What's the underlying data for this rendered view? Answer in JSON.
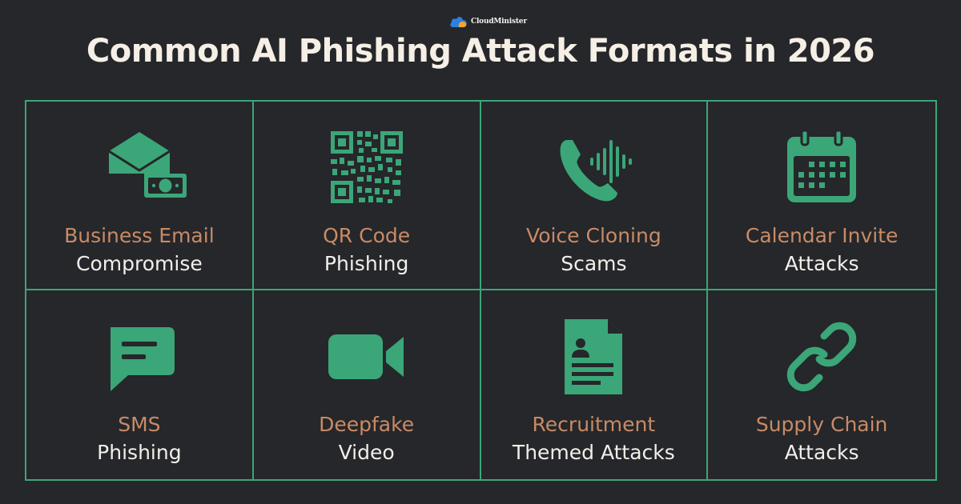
{
  "brand": {
    "name": "CloudMinister",
    "icon": "cloud-logo-icon"
  },
  "title": "Common AI Phishing Attack Formats in 2026",
  "colors": {
    "background": "#25272a",
    "accent_green": "#3ba678",
    "label_orange": "#c98a66",
    "label_white": "#f2efea",
    "title": "#f6efe6"
  },
  "cards": [
    {
      "icon": "email-money-icon",
      "line1": "Business Email",
      "line2": "Compromise"
    },
    {
      "icon": "qr-code-icon",
      "line1": "QR Code",
      "line2": "Phishing"
    },
    {
      "icon": "phone-voice-wave-icon",
      "line1": "Voice Cloning",
      "line2": "Scams"
    },
    {
      "icon": "calendar-icon",
      "line1": "Calendar Invite",
      "line2": "Attacks"
    },
    {
      "icon": "chat-message-icon",
      "line1": "SMS",
      "line2": "Phishing"
    },
    {
      "icon": "video-camera-icon",
      "line1": "Deepfake",
      "line2": "Video"
    },
    {
      "icon": "resume-document-icon",
      "line1": "Recruitment",
      "line2": "Themed Attacks"
    },
    {
      "icon": "chain-link-icon",
      "line1": "Supply Chain",
      "line2": "Attacks"
    }
  ]
}
